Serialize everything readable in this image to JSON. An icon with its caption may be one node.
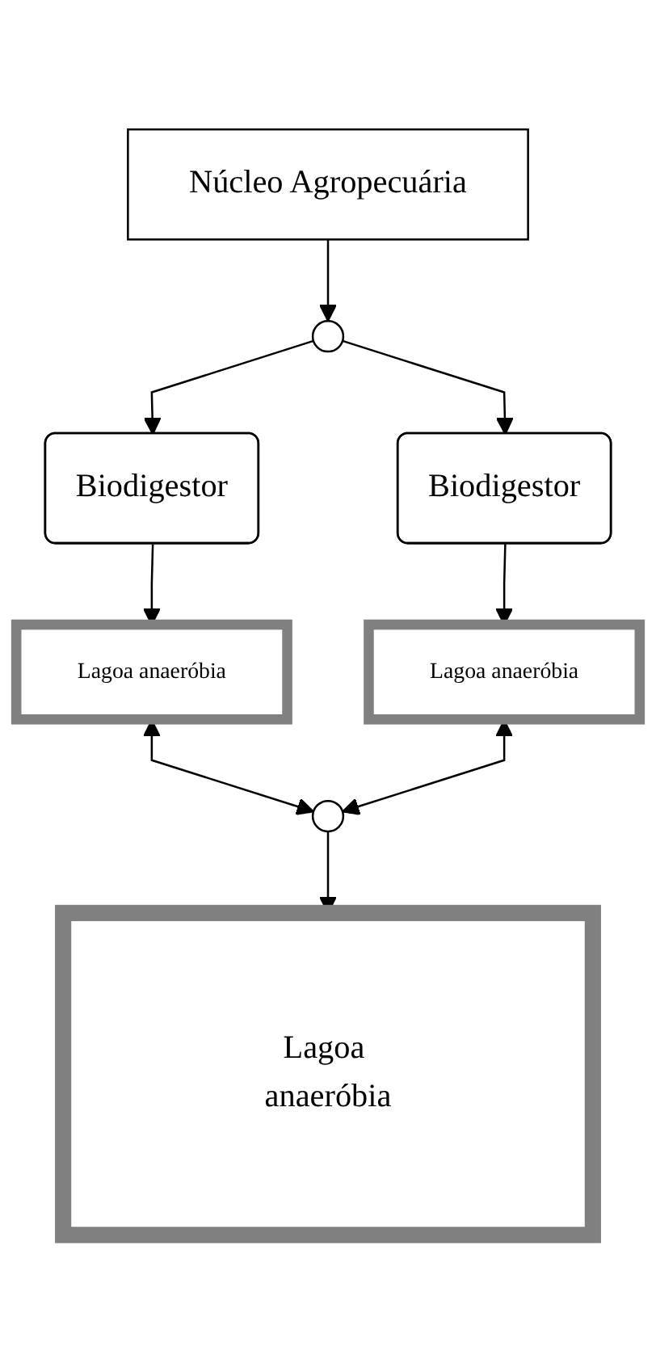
{
  "diagram": {
    "nodes": [
      {
        "text": [
          "Núcleo Agropecuária"
        ]
      },
      {
        "text": [],
        "shape": "circle"
      },
      {
        "text": [
          "Biodigestor"
        ]
      },
      {
        "text": [
          "Biodigestor"
        ]
      },
      {
        "text": [
          "Lagoa anaeróbia"
        ]
      },
      {
        "text": [
          "Lagoa anaeróbia"
        ]
      },
      {
        "text": [],
        "shape": "circle"
      },
      {
        "text": [
          "Lagoa anaeróbia"
        ]
      }
    ],
    "edges": [
      {
        "from": 0,
        "to": 1,
        "arrow": "to"
      },
      {
        "from": 1,
        "to": 2,
        "arrow": "to"
      },
      {
        "from": 1,
        "to": 3,
        "arrow": "to"
      },
      {
        "from": 2,
        "to": 4,
        "arrow": "to"
      },
      {
        "from": 3,
        "to": 5,
        "arrow": "to"
      },
      {
        "from": 4,
        "to": 6,
        "arrow": "both"
      },
      {
        "from": 5,
        "to": 6,
        "arrow": "both"
      },
      {
        "from": 6,
        "to": 7,
        "arrow": "to"
      }
    ]
  }
}
